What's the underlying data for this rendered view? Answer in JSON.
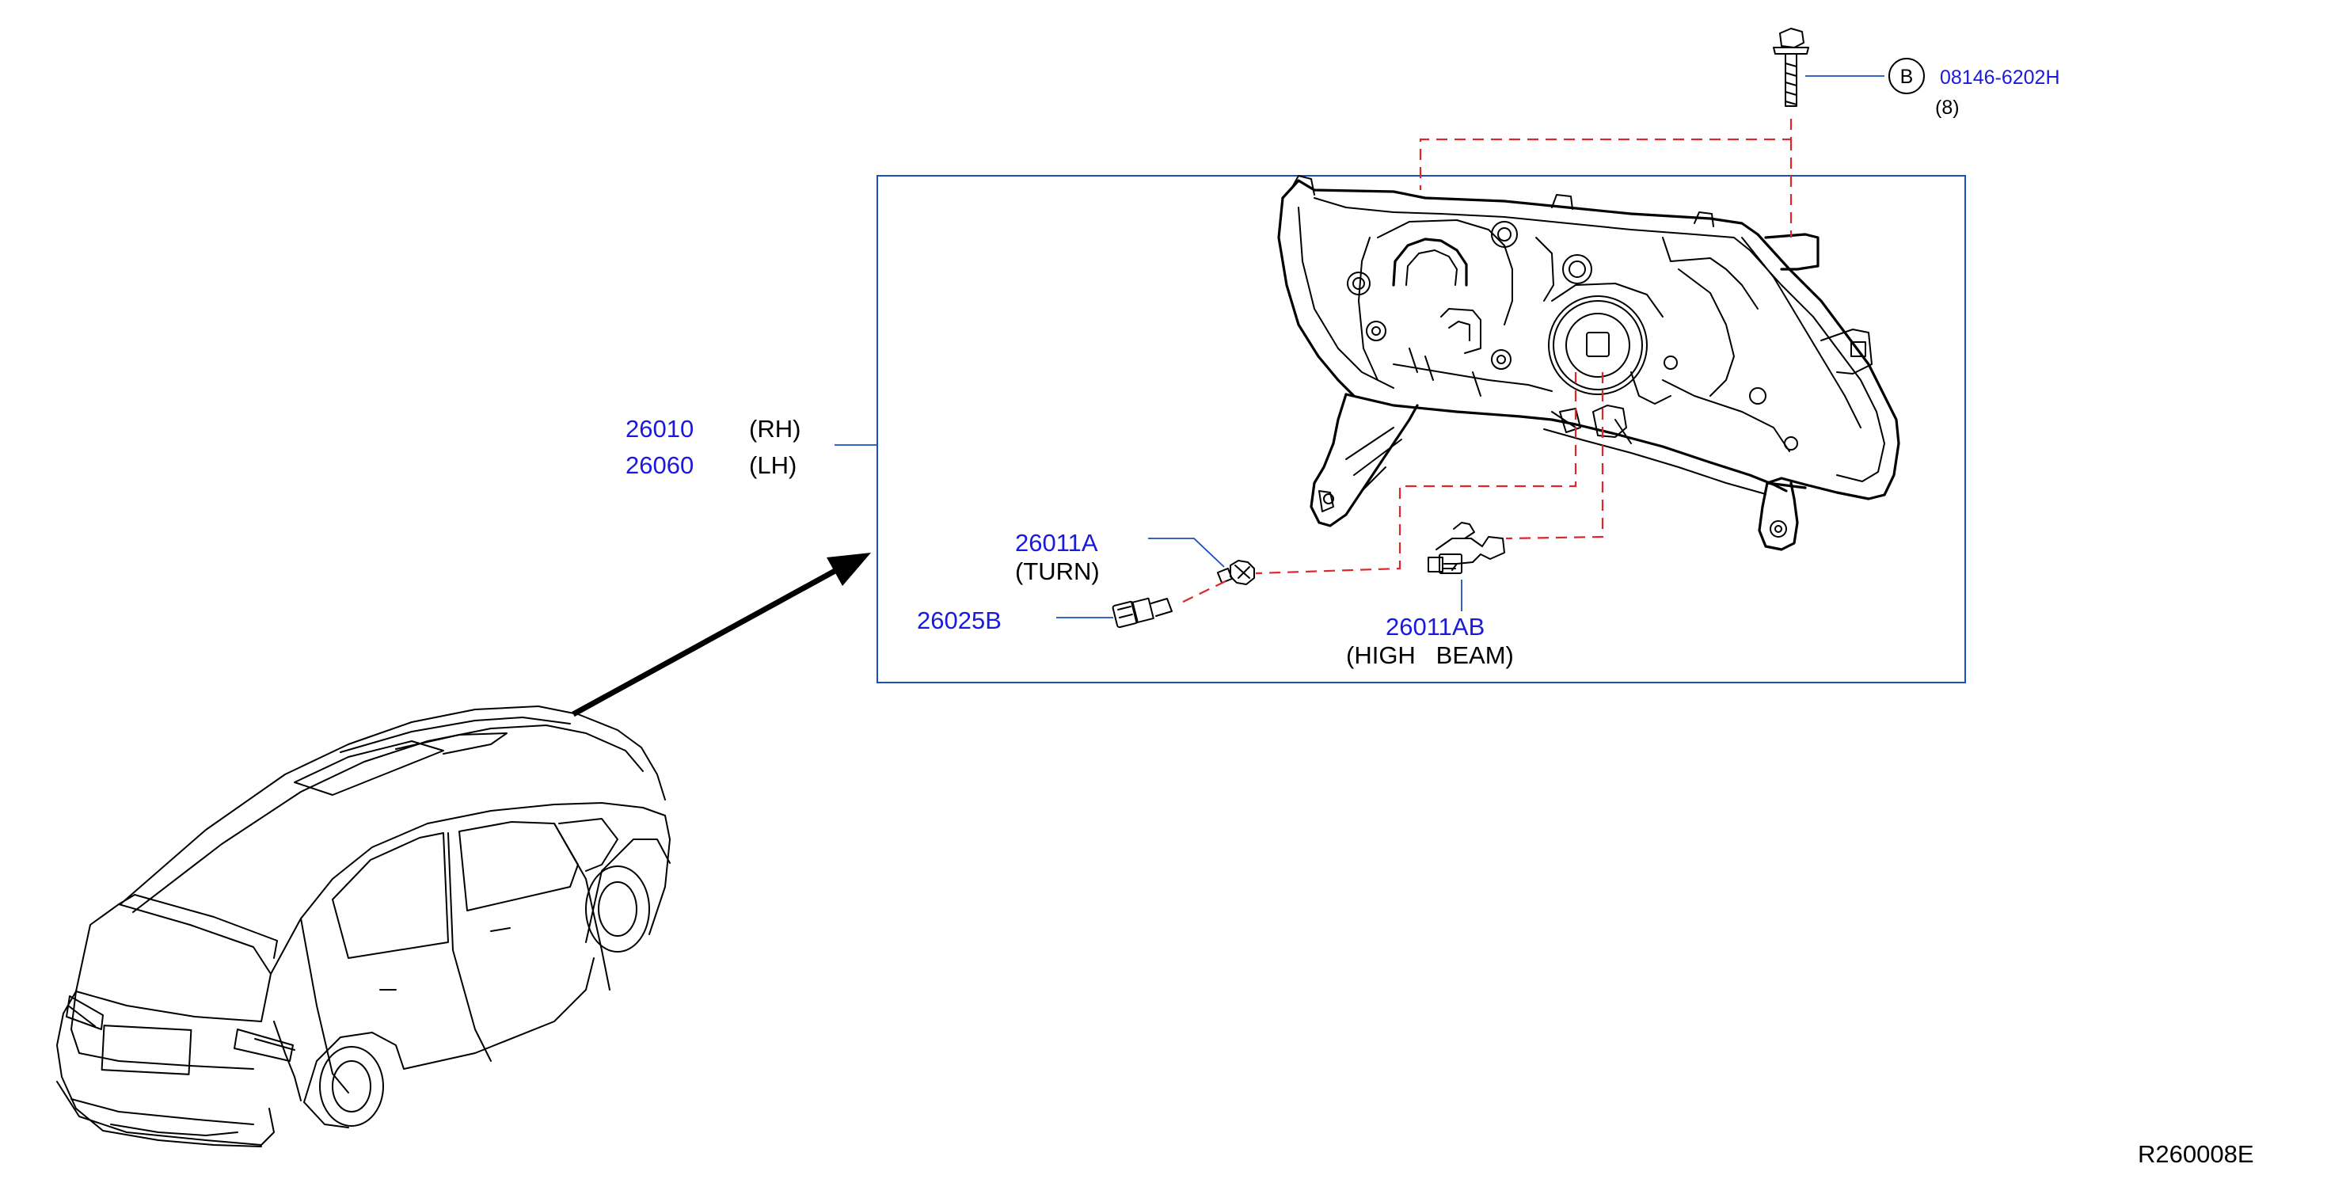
{
  "colors": {
    "part_number": "#1a1adc",
    "leader": "#1a4fc0",
    "dashed_guide": "#e0262a",
    "ink": "#000000"
  },
  "callouts": {
    "assembly_rh_number": "26010",
    "assembly_rh_side": "(RH)",
    "assembly_lh_number": "26060",
    "assembly_lh_side": "(LH)",
    "turn_bulb_number": "26011A",
    "turn_bulb_label": "(TURN)",
    "socket_number": "26025B",
    "high_beam_number": "26011AB",
    "high_beam_label": "(HIGH   BEAM)",
    "bolt_ref_letter": "B",
    "bolt_number": "08146-6202H",
    "bolt_qty": "(8)"
  },
  "figure_code": "R260008E"
}
